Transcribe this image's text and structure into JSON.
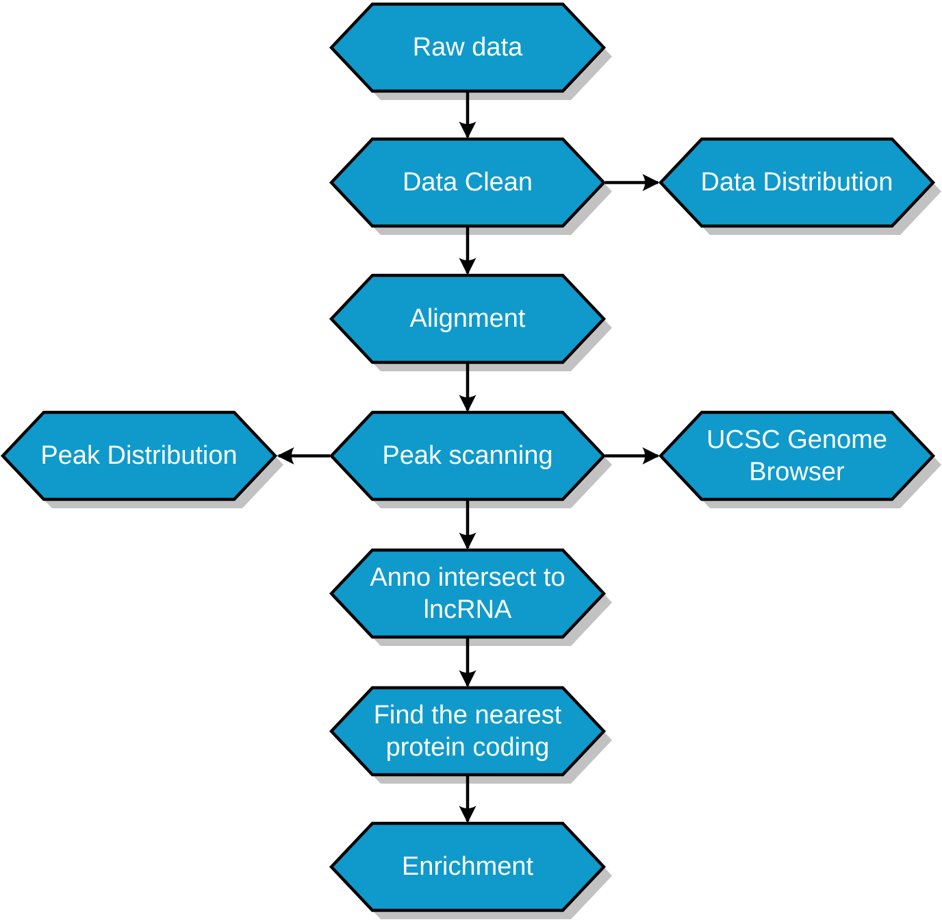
{
  "diagram": {
    "title": "ChIP-seq lncRNA analysis workflow flowchart",
    "background_color": "#ffffff",
    "node_fill": "#0f9acb",
    "node_border_color": "#000000",
    "shadow_color": "#c2c2c2",
    "text_color": "#ffffff",
    "line_color": "#000000",
    "node_shape": "hexagon",
    "nodes": [
      {
        "id": "raw-data",
        "label": "Raw data"
      },
      {
        "id": "data-clean",
        "label": "Data Clean"
      },
      {
        "id": "data-distribution",
        "label": "Data Distribution"
      },
      {
        "id": "alignment",
        "label": "Alignment"
      },
      {
        "id": "peak-distribution",
        "label": "Peak Distribution"
      },
      {
        "id": "peak-scanning",
        "label": "Peak scanning"
      },
      {
        "id": "ucsc-genome-browser",
        "label": "UCSC Genome\nBrowser"
      },
      {
        "id": "anno-intersect",
        "label": "Anno intersect to\nlncRNA"
      },
      {
        "id": "find-nearest",
        "label": "Find the nearest\nprotein coding"
      },
      {
        "id": "enrichment",
        "label": "Enrichment"
      }
    ],
    "edges": [
      {
        "from": "raw-data",
        "to": "data-clean",
        "direction": "down"
      },
      {
        "from": "data-clean",
        "to": "data-distribution",
        "direction": "right"
      },
      {
        "from": "data-clean",
        "to": "alignment",
        "direction": "down"
      },
      {
        "from": "alignment",
        "to": "peak-scanning",
        "direction": "down"
      },
      {
        "from": "peak-scanning",
        "to": "peak-distribution",
        "direction": "left"
      },
      {
        "from": "peak-scanning",
        "to": "ucsc-genome-browser",
        "direction": "right"
      },
      {
        "from": "peak-scanning",
        "to": "anno-intersect",
        "direction": "down"
      },
      {
        "from": "anno-intersect",
        "to": "find-nearest",
        "direction": "down"
      },
      {
        "from": "find-nearest",
        "to": "enrichment",
        "direction": "down"
      }
    ]
  }
}
